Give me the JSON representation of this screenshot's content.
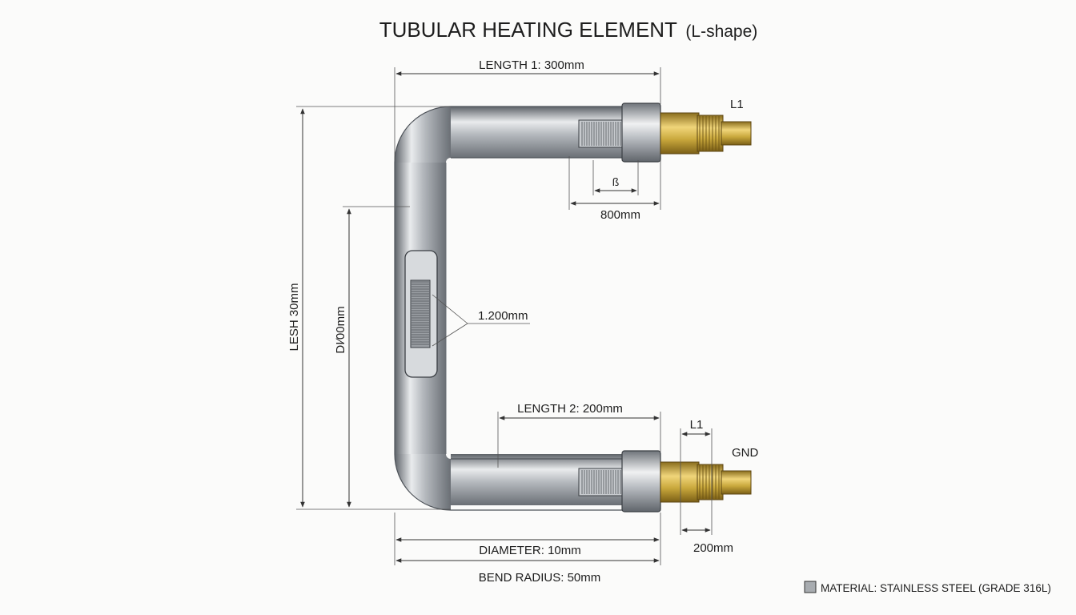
{
  "title": {
    "main": "TUBULAR HEATING ELEMENT",
    "suffix": "(L-shape)"
  },
  "dimensions": {
    "length_1": "LENGTH 1: 300mm",
    "length_2": "LENGTH 2: 200mm",
    "diameter": "DIAMETER: 10mm",
    "bend_radius": "BEND RADIUS: 50mm",
    "vertical_outer": "LEЅH 30mm",
    "vertical_inner": "DI∕00mm",
    "callout_middle": "1.200mm",
    "top_small": "ß",
    "top_span": "800mm",
    "bottom_terminal_top": "L1",
    "bottom_terminal_span": "200mm"
  },
  "terminals": {
    "top": "L1",
    "bottom": "GND"
  },
  "legend": {
    "material": "MATERIAL: STAINLESS STEEL (GRADE 316L)"
  },
  "colors": {
    "steel": "#b9bcc0",
    "brass": "#c9a83c",
    "line": "#333333"
  }
}
